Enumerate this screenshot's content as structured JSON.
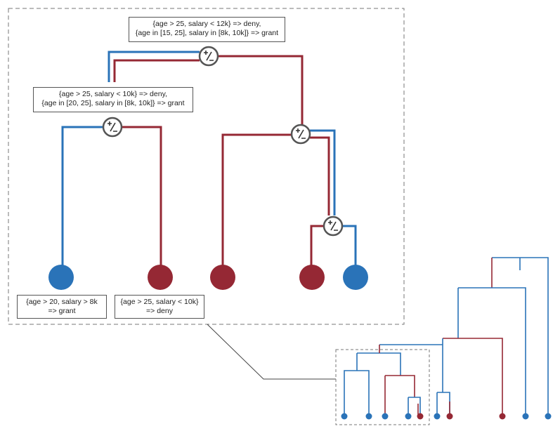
{
  "colors": {
    "grant": "#2a73b8",
    "deny": "#952834",
    "zoom_border": "#777777",
    "leader_line": "#444444",
    "operator_ring": "#555555"
  },
  "operator_icon": "plus-minus-icon",
  "operator_symbol": "+/-",
  "rules": {
    "root": [
      "{age > 25, salary < 12k} => deny,",
      "{age in [15, 25], salary in [8k, 10k]} => grant"
    ],
    "left_merge": [
      "{age > 25, salary < 10k} => deny,",
      "{age in [20, 25], salary in [8k, 10k]} => grant"
    ],
    "leaf_grant": [
      "{age > 20, salary > 8k",
      "=> grant"
    ],
    "leaf_deny": [
      "{age > 25, salary < 10k}",
      "=> deny"
    ]
  },
  "zoomed_leaves": [
    "grant",
    "deny",
    "deny",
    "deny",
    "grant"
  ],
  "overview_leaves": [
    "grant",
    "grant",
    "grant",
    "grant",
    "deny",
    "grant",
    "deny",
    "deny",
    "grant",
    "grant"
  ]
}
